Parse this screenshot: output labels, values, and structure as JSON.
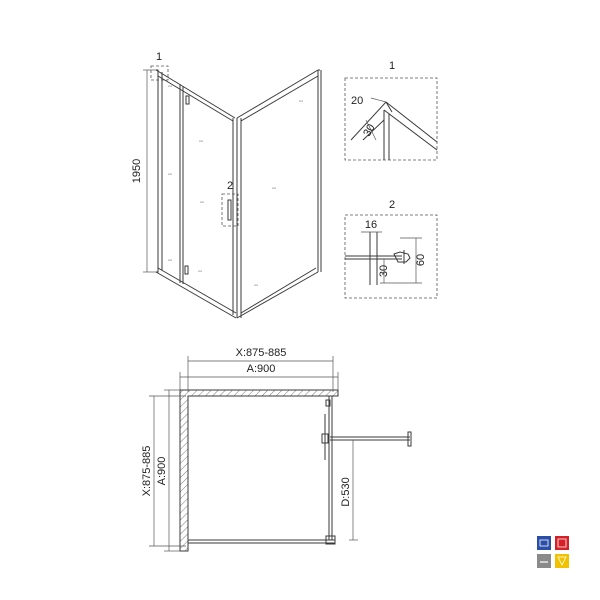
{
  "callouts": {
    "detail_1": "1",
    "detail_2": "2"
  },
  "dimensions": {
    "height": "1950",
    "detail1_top": "20",
    "detail1_side": "30",
    "detail2_width": "16",
    "detail2_inner": "30",
    "detail2_height": "60",
    "plan_top_range": "X:875-885",
    "plan_top_size": "A:900",
    "plan_left_range": "X:875-885",
    "plan_left_size": "A:900",
    "plan_door": "D:530"
  },
  "badges": {
    "colors": [
      "#2b4fa8",
      "#d42027",
      "#8a8a8a",
      "#f2c200"
    ],
    "icons": [
      "shower-icon",
      "door-icon",
      "tray-icon",
      "glass-icon"
    ]
  }
}
